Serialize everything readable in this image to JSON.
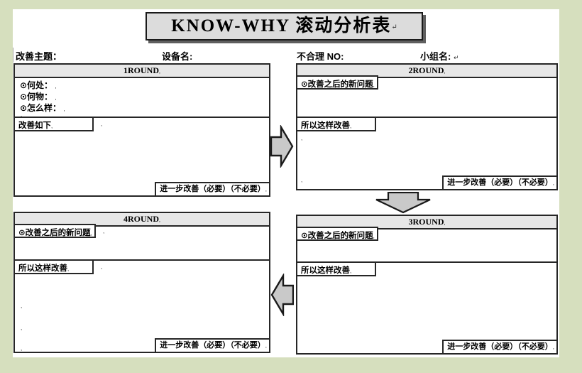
{
  "title": {
    "text": "KNOW-WHY 滚动分析表"
  },
  "marks": {
    "para": ",",
    "ret": "↵"
  },
  "header": {
    "topic": "改善主题：",
    "device": "设备名:",
    "no": "不合理 NO:",
    "group": "小组名:"
  },
  "round1": {
    "title": "1ROUND",
    "where": "⊙何处：",
    "what": "⊙何物：",
    "how": "⊙怎么样：",
    "improve": "改善如下",
    "footer": "进一步改善（必要）（不必要）"
  },
  "round2": {
    "title": "2ROUND",
    "new_problem": "⊙改善之后的新问题",
    "so_improve": "所以这样改善",
    "footer": "进一步改善（必要）（不必要）"
  },
  "round3": {
    "title": "3ROUND",
    "new_problem": "⊙改善之后的新问题",
    "so_improve": "所以这样改善",
    "footer": "进一步改善（必要）（不必要）"
  },
  "round4": {
    "title": "4ROUND",
    "new_problem": "⊙改善之后的新问题",
    "so_improve": "所以这样改善",
    "footer": "进一步改善（必要）（不必要）"
  },
  "colors": {
    "background": "#d6dfbe",
    "panel_gray": "#e7e7e7",
    "arrow_fill": "#c9c9c9",
    "border": "#262626"
  }
}
